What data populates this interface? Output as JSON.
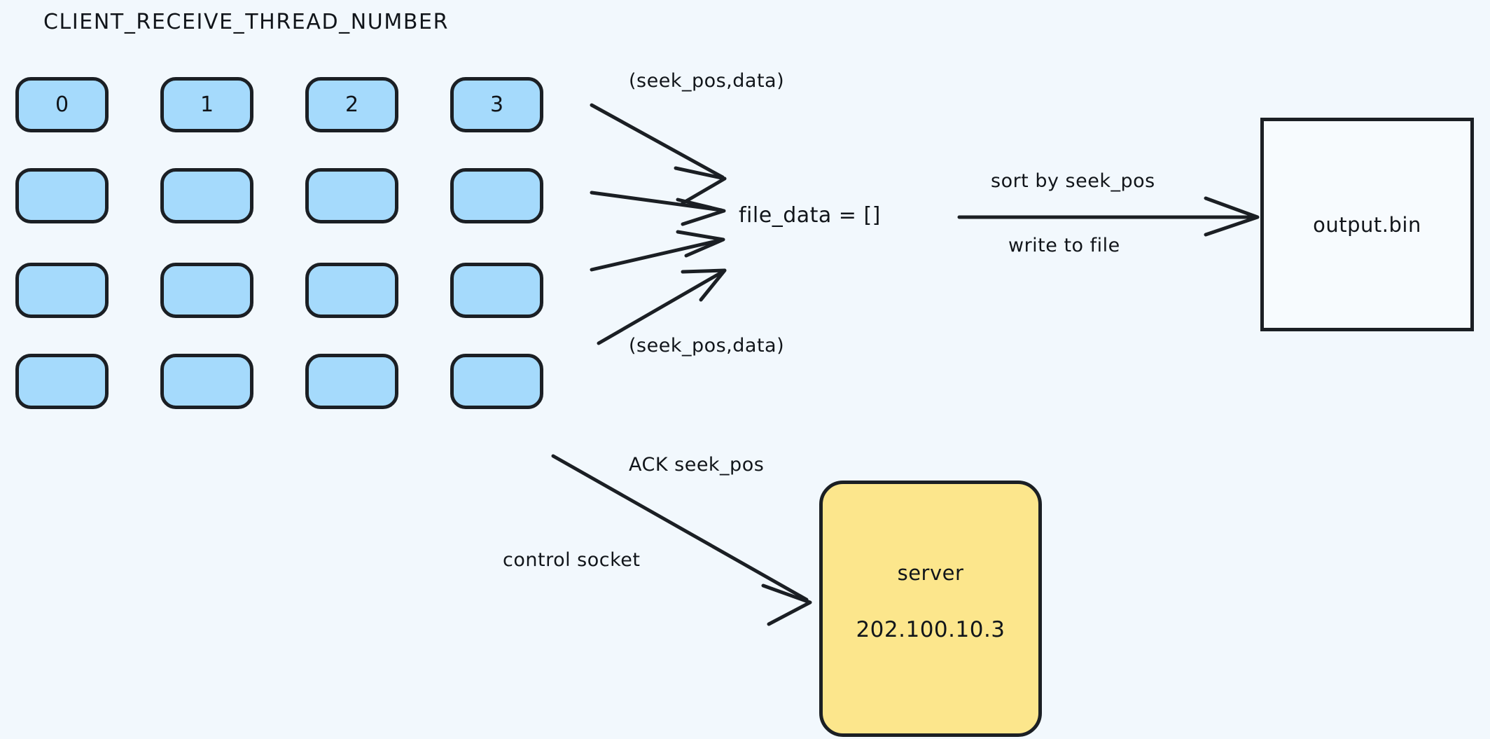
{
  "diagram": {
    "title": "CLIENT_RECEIVE_THREAD_NUMBER",
    "background_color": "#f2f8fd",
    "stroke_color": "#1b1f24"
  },
  "thread_grid": {
    "rows": 4,
    "columns": 4,
    "fill_color": "#a5dafc",
    "labels": [
      "0",
      "1",
      "2",
      "3"
    ],
    "cells": [
      [
        {
          "label": "0"
        },
        {
          "label": "1"
        },
        {
          "label": "2"
        },
        {
          "label": "3"
        }
      ],
      [
        {
          "label": ""
        },
        {
          "label": ""
        },
        {
          "label": ""
        },
        {
          "label": ""
        }
      ],
      [
        {
          "label": ""
        },
        {
          "label": ""
        },
        {
          "label": ""
        },
        {
          "label": ""
        }
      ],
      [
        {
          "label": ""
        },
        {
          "label": ""
        },
        {
          "label": ""
        },
        {
          "label": ""
        }
      ]
    ]
  },
  "nodes": {
    "file_data": "file_data = []",
    "output_file": "output.bin",
    "server_title": "server",
    "server_ip": "202.100.10.3",
    "server_fill_color": "#fce68c"
  },
  "edges": {
    "seek_pos_top": "(seek_pos,data)",
    "seek_pos_bottom": "(seek_pos,data)",
    "sort_by": "sort by seek_pos",
    "write_to_file": "write to file",
    "ack": "ACK seek_pos",
    "control_socket": "control socket"
  }
}
